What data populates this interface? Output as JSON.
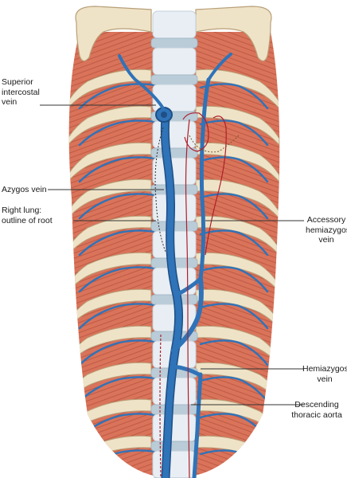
{
  "labels": {
    "superior_intercostal_vein": [
      "Superior",
      "intercostal",
      "vein"
    ],
    "azygos_vein": [
      "Azygos vein"
    ],
    "right_lung_root": [
      "Right lung:",
      "outline of root"
    ],
    "accessory_hemiazygos_vein": [
      "Accessory",
      "hemiazygos",
      "vein"
    ],
    "hemiazygos_vein": [
      "Hemiazygos",
      "vein"
    ],
    "descending_thoracic_aorta": [
      "Descending",
      "thoracic aorta"
    ]
  },
  "colors": {
    "muscle": "#d9735a",
    "muscle_stripe": "#b8533f",
    "rib_bone": "#efe3c7",
    "rib_edge": "#b89f78",
    "vertebra": "#e8eef3",
    "intervertebral_disc": "#b9ccd8",
    "vein": "#2f73b8",
    "vein_dark": "#1f4f86",
    "artery_outline": "#b01e2a",
    "leader_line": "#333333"
  }
}
